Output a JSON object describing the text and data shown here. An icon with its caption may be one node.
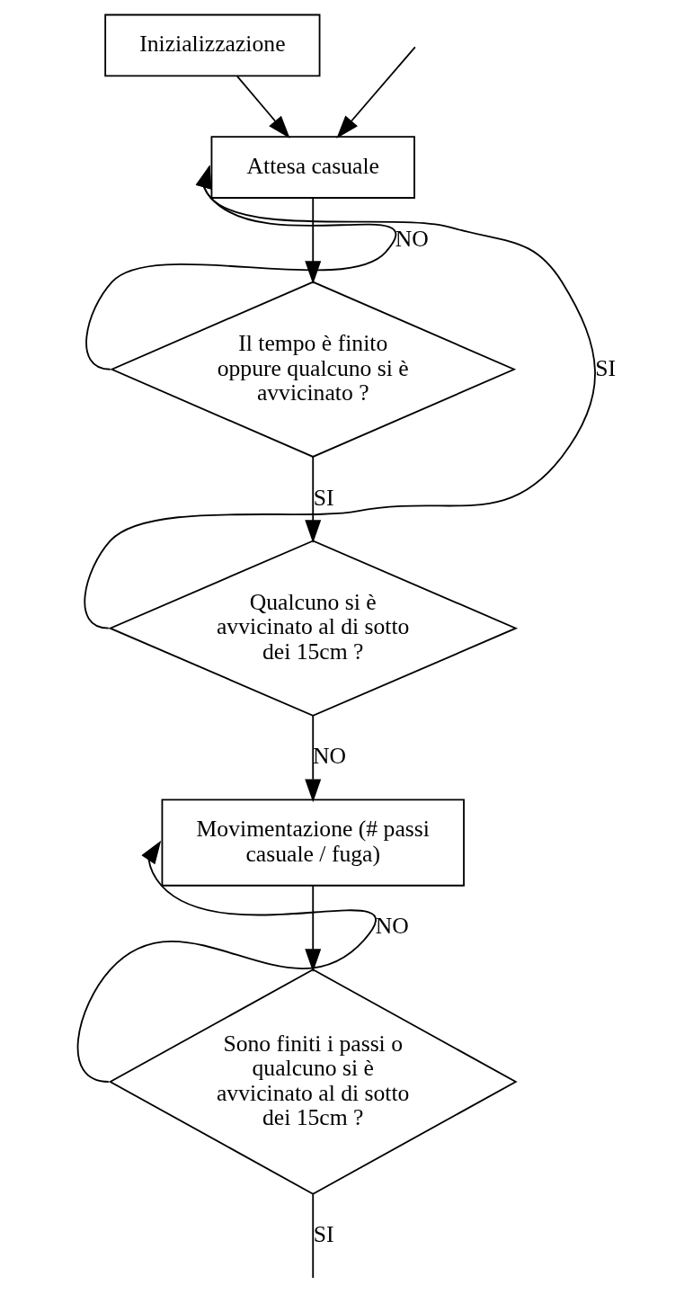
{
  "diagram": {
    "nodes": [
      {
        "text": [
          "Inizializzazione"
        ]
      },
      {
        "text": [
          "Attesa casuale"
        ]
      },
      {
        "text": [
          "Il tempo è finito oppure qualcuno si è avvicinato ?"
        ]
      },
      {
        "text": [
          "Qualcuno si è avvicinato al di sotto dei 15cm ?"
        ]
      },
      {
        "text": [
          "Movimentazione (# passi casuale / fuga)"
        ]
      },
      {
        "text": [
          "Sono finiti i passi o qualcuno si è avvicinato al di sotto dei 15cm ?"
        ]
      }
    ],
    "edges": [
      {
        "from": 0,
        "to": 1,
        "arrow": "to"
      },
      {
        "from": 2,
        "to": 1,
        "arrow": "to",
        "label": "NO"
      },
      {
        "from": 3,
        "to": 1,
        "arrow": "to",
        "label": "SI"
      },
      {
        "from": null,
        "to": 1,
        "arrow": "to"
      },
      {
        "from": 1,
        "to": 2,
        "arrow": "to"
      },
      {
        "from": 2,
        "to": 3,
        "arrow": "to",
        "label": "SI"
      },
      {
        "from": 3,
        "to": 4,
        "arrow": "to",
        "label": "NO"
      },
      {
        "from": 5,
        "to": 4,
        "arrow": "to",
        "label": "NO"
      },
      {
        "from": 4,
        "to": 5,
        "arrow": "to"
      },
      {
        "from": 5,
        "to": null,
        "arrow": "none",
        "label": "SI"
      }
    ]
  }
}
